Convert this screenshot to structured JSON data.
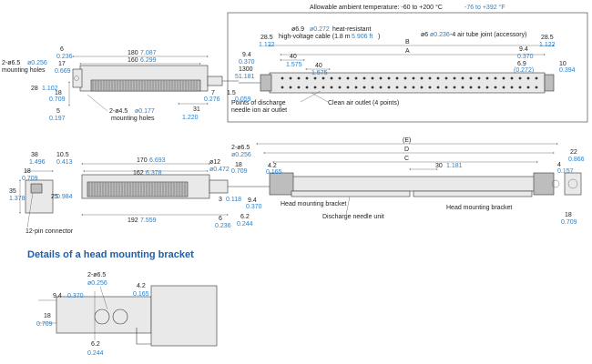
{
  "header": {
    "temp_label": "Allowable ambient temperature: -60 to +200 °C",
    "temp_f": "-76 to +392 °F"
  },
  "top_left": {
    "mount_holes": {
      "mm": "2-ø6.5",
      "in": "ø0.256",
      "label": "mounting holes"
    },
    "d6": {
      "mm": "6",
      "in": "0.236"
    },
    "d17": {
      "mm": "17",
      "in": "0.669"
    },
    "d180": {
      "mm": "180",
      "in": "7.087"
    },
    "d160": {
      "mm": "160",
      "in": "6.299"
    },
    "d28": {
      "mm": "28",
      "in": "1.102"
    },
    "d18": {
      "mm": "18",
      "in": "0.709"
    },
    "d5": {
      "mm": "5",
      "in": "0.197"
    },
    "holes45": {
      "mm": "2-ø4.5",
      "in": "ø0.177",
      "label": "mounting holes"
    },
    "d31": {
      "mm": "31",
      "in": "1.220"
    },
    "d7": {
      "mm": "7",
      "in": "0.276"
    },
    "d15": {
      "mm": "1.5",
      "in": "0.059"
    }
  },
  "top_right": {
    "cable": {
      "mm": "ø6.9",
      "in": "ø0.272",
      "label": "heat-resistant",
      "label2": "high-voltage cable (1.8 m",
      "len_in": "5.906 ft",
      "close": ")"
    },
    "tube": {
      "mm": "ø6",
      "in": "ø0.236",
      "label": "-4 air tube joint (accessory)"
    },
    "d285": {
      "mm": "28.5",
      "in": "1.122"
    },
    "d94": {
      "mm": "9.4",
      "in": "0.370"
    },
    "d1300": {
      "mm": "1300",
      "in": "51.181"
    },
    "d40a": {
      "mm": "40",
      "in": "1.575"
    },
    "d40b": {
      "mm": "40",
      "in": "1.575"
    },
    "letters": {
      "a": "A",
      "b": "B"
    },
    "r_d285": {
      "mm": "28.5",
      "in": "1.122"
    },
    "r_d94": {
      "mm": "9.4",
      "in": "0.370"
    },
    "r_d69": {
      "mm": "6.9",
      "in": "(0.272)"
    },
    "r_d10": {
      "mm": "10",
      "in": "0.394"
    },
    "note_points": "Points of discharge",
    "note_points2": "needle ion air outlet",
    "note_clean": "Clean air outlet (4 points)"
  },
  "mid_left": {
    "d38": {
      "mm": "38",
      "in": "1.496"
    },
    "d18": {
      "mm": "18",
      "in": "0.709"
    },
    "d105": {
      "mm": "10.5",
      "in": "0.413"
    },
    "d35": {
      "mm": "35",
      "in": "1.378"
    },
    "d25": {
      "mm": "25",
      "in": "0.984"
    },
    "conn": "12-pin connector"
  },
  "mid_center": {
    "d170": {
      "mm": "170",
      "in": "6.693"
    },
    "d162": {
      "mm": "162",
      "in": "6.378"
    },
    "d192": {
      "mm": "192",
      "in": "7.559"
    },
    "d12": {
      "mm": "ø12",
      "in": "ø0.472"
    },
    "d3": {
      "mm": "3",
      "in": "0.118"
    },
    "d6": {
      "mm": "6",
      "in": "0.236"
    }
  },
  "mid_right": {
    "holes": {
      "mm": "2-ø6.5",
      "in": "ø0.256"
    },
    "d18": {
      "mm": "18",
      "in": "0.709"
    },
    "d42": {
      "mm": "4.2",
      "in": "0.165"
    },
    "d94": {
      "mm": "9.4",
      "in": "0.370"
    },
    "d62": {
      "mm": "6.2",
      "in": "0.244"
    },
    "E": "(E)",
    "D": "D",
    "C": "C",
    "d30": {
      "mm": "30",
      "in": "1.181"
    },
    "d22": {
      "mm": "22",
      "in": "0.866"
    },
    "d4": {
      "mm": "4",
      "in": "0.157"
    },
    "r18": {
      "mm": "18",
      "in": "0.709"
    },
    "lbl_head1": "Head mounting bracket",
    "lbl_needle": "Discharge needle unit",
    "lbl_head2": "Head mounting bracket"
  },
  "detail": {
    "title": "Details of a head mounting bracket",
    "holes": {
      "mm": "2-ø6.5",
      "in": "ø0.256"
    },
    "d94": {
      "mm": "9.4",
      "in": "0.370"
    },
    "d42": {
      "mm": "4.2",
      "in": "0.165"
    },
    "d18": {
      "mm": "18",
      "in": "0.709"
    },
    "d62": {
      "mm": "6.2",
      "in": "0.244"
    }
  }
}
